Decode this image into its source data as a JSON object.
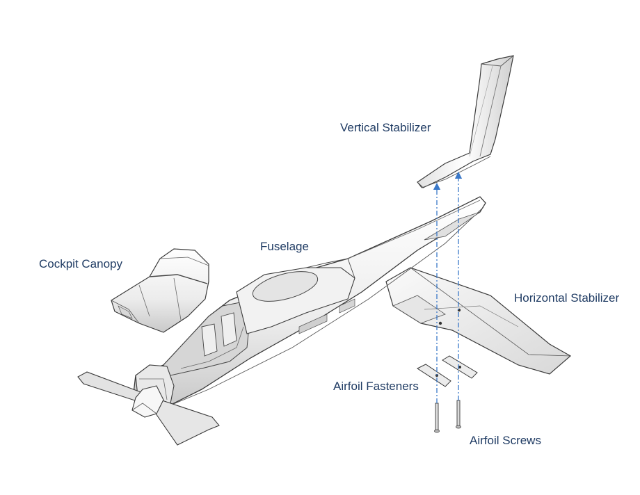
{
  "labels": {
    "vertical_stabilizer": "Vertical Stabilizer",
    "fuselage": "Fuselage",
    "cockpit_canopy": "Cockpit Canopy",
    "horizontal_stabilizer": "Horizontal Stabilizer",
    "airfoil_fasteners": "Airfoil Fasteners",
    "airfoil_screws": "Airfoil Screws"
  },
  "colors": {
    "label_text": "#1f3b63",
    "part_fill": "#f4f4f4",
    "part_shade": "#dcdcdc",
    "outline": "#3a3a3a",
    "assembly_arrow": "#3a78c8"
  }
}
